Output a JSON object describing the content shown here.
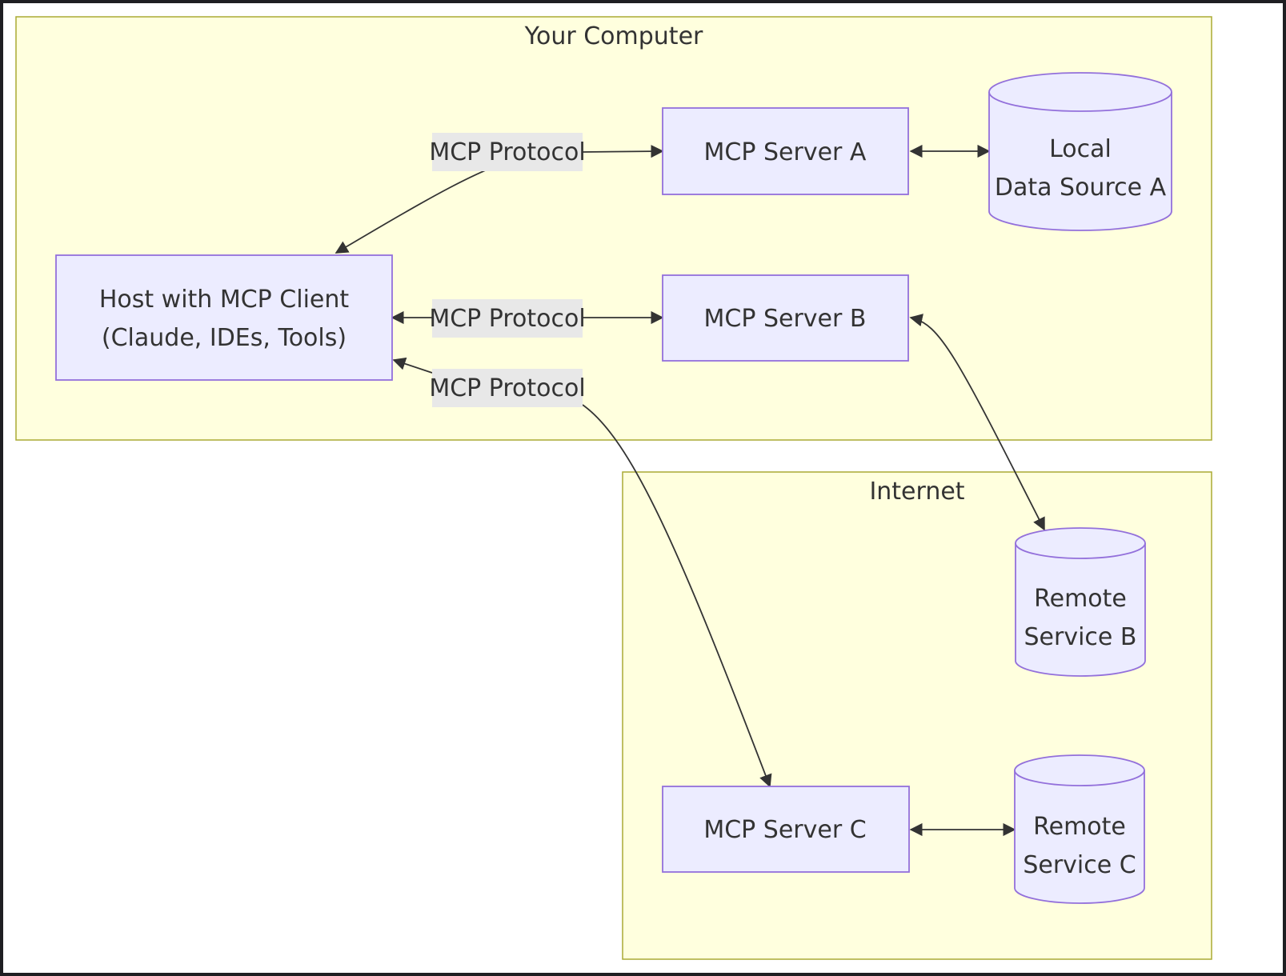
{
  "clusters": {
    "your_computer": {
      "label": "Your Computer"
    },
    "internet": {
      "label": "Internet"
    }
  },
  "nodes": {
    "host": {
      "line1": "Host with MCP Client",
      "line2": "(Claude, IDEs, Tools)"
    },
    "server_a": {
      "label": "MCP Server A"
    },
    "server_b": {
      "label": "MCP Server B"
    },
    "server_c": {
      "label": "MCP Server C"
    },
    "data_a": {
      "line1": "Local",
      "line2": "Data Source A"
    },
    "remote_b": {
      "line1": "Remote",
      "line2": "Service B"
    },
    "remote_c": {
      "line1": "Remote",
      "line2": "Service C"
    }
  },
  "edges": {
    "host_a": {
      "label": "MCP Protocol"
    },
    "host_b": {
      "label": "MCP Protocol"
    },
    "host_c": {
      "label": "MCP Protocol"
    }
  },
  "colors": {
    "cluster_fill": "#ffffde",
    "cluster_stroke": "#aaaa33",
    "node_fill": "#ececff",
    "node_stroke": "#9370db",
    "edge": "#333333",
    "edge_label_bg": "#e8e8e8"
  }
}
